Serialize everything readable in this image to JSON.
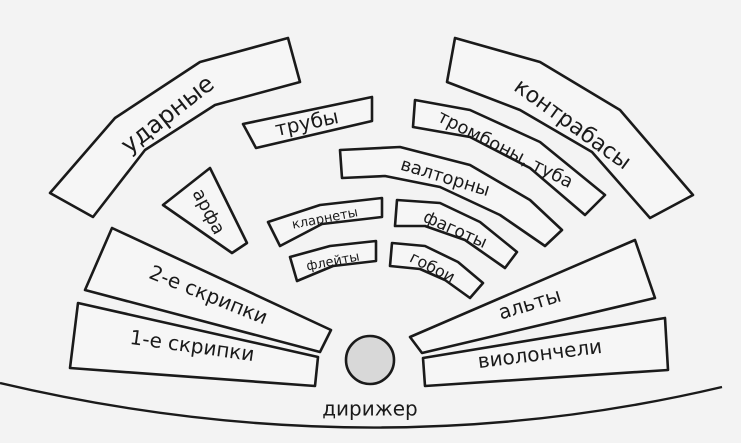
{
  "sections": {
    "percussion": "ударные",
    "trumpets": "трубы",
    "double_basses": "контрабасы",
    "trombones_tuba": "тромбоны, туба",
    "horns": "валторны",
    "harp": "арфа",
    "clarinets": "кларнеты",
    "bassoons": "фаготы",
    "flutes": "флейты",
    "oboes": "гобои",
    "second_violins": "2-е скрипки",
    "first_violins": "1-е скрипки",
    "violas": "альты",
    "cellos": "виолончели"
  },
  "conductor": "дирижер"
}
